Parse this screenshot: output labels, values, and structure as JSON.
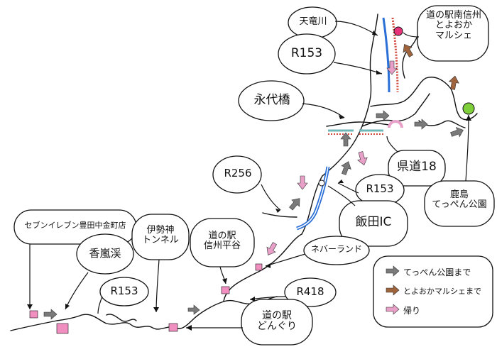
{
  "labels": {
    "tenryu": "天竜川",
    "r153_top": "R153",
    "michinoeki_minami": "道の駅南信州\nとよおか\nマルシェ",
    "eidaibashi": "永代橋",
    "r256": "R256",
    "kendou18": "県道18",
    "r153_mid": "R153",
    "iida_ic": "飯田IC",
    "kajima_park": "鹿島\nてっぺん公園",
    "seven_eleven": "セブンイレブン豊田中金町店",
    "kouransei": "香嵐渓",
    "r153_bottom": "R153",
    "inubu_tunnel": "伊勢神\nトンネル",
    "michinoeki_shinshu": "道の駅\n信州平谷",
    "never_land": "ネバーランド",
    "r418": "R418",
    "michinoeki_donguri": "道の駅\nどんぐり"
  },
  "legend": {
    "item_gray": "てっぺん公園まで",
    "item_brown": "とよおかマルシェまで",
    "item_pink": "帰り"
  },
  "colors": {
    "arrow_gray": "#7a7a7a",
    "arrow_brown": "#a0643c",
    "arrow_pink": "#e8a0c8",
    "river_blue": "#2a6fd6",
    "road_red": "#d24a3c",
    "road_teal": "#6fb8b8",
    "marker_magenta": "#e8337a",
    "marker_green": "#7ecf3a",
    "marker_pink": "#f08fc0"
  }
}
